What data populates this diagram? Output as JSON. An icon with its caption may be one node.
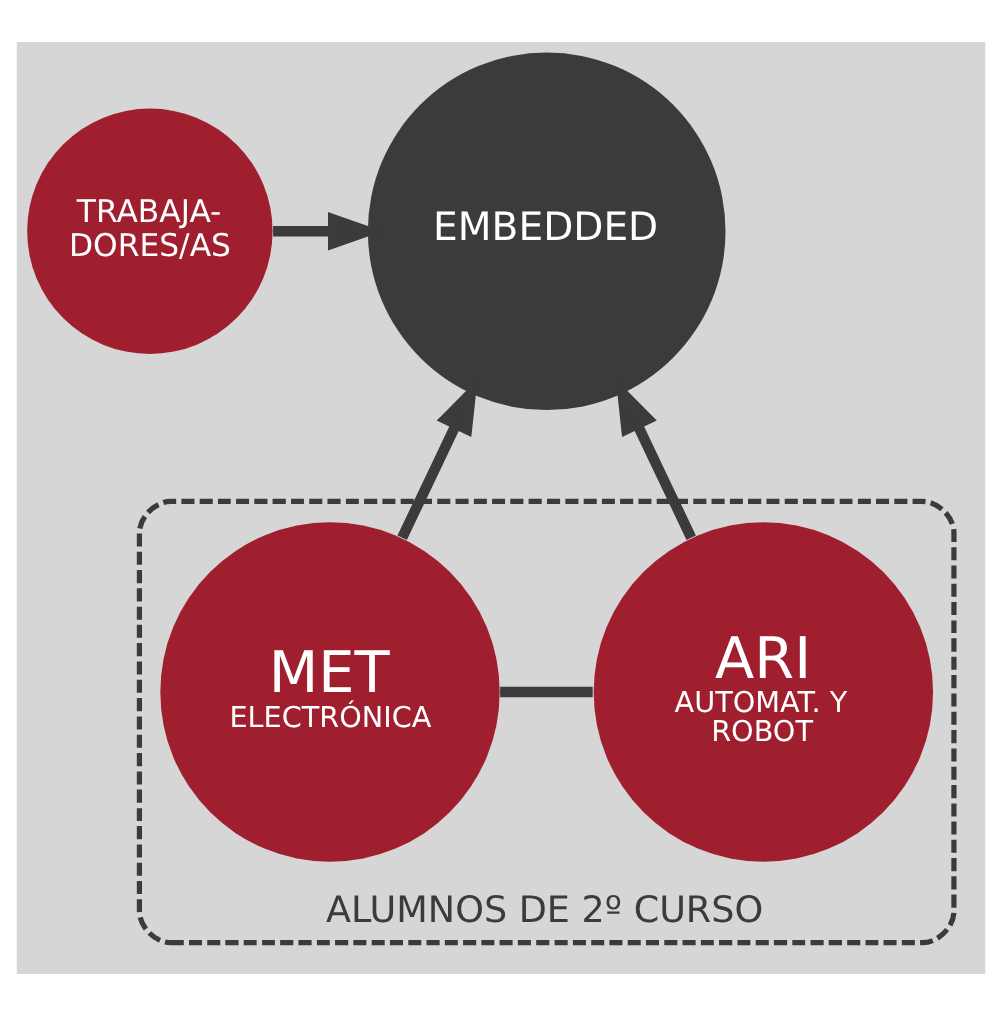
{
  "diagram": {
    "nodes": [
      {
        "text": [
          "TRABAJA- DORES/AS"
        ]
      },
      {
        "text": [
          "EMBEDDED"
        ]
      },
      {
        "text": [
          "ALUMNOS DE 2º CURSO"
        ]
      },
      {
        "text": [
          "MET",
          "ELECTRÓNICA"
        ],
        "in": 2
      },
      {
        "text": [
          "ARI",
          "AUTOMAT. Y ROBOT"
        ],
        "in": 2
      }
    ],
    "edges": [
      {
        "from": 0,
        "to": 1,
        "arrow": "to"
      },
      {
        "from": 3,
        "to": 1,
        "arrow": "to"
      },
      {
        "from": 4,
        "to": 1,
        "arrow": "to"
      },
      {
        "from": 3,
        "to": 4,
        "arrow": "none"
      }
    ]
  }
}
